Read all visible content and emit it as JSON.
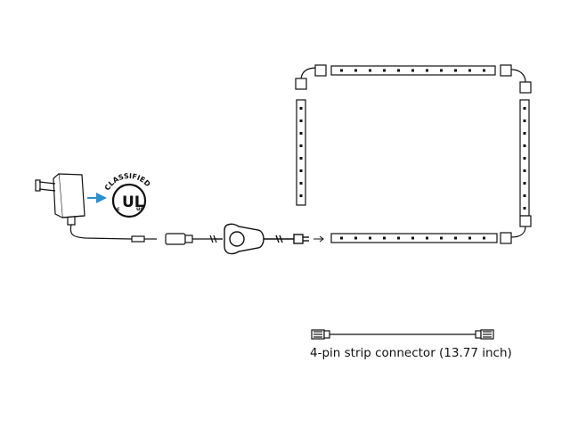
{
  "connector_caption": "4-pin strip connector (13.77 inch)",
  "ul_mark": {
    "arc_text": "CLASSIFIED",
    "logo": "UL",
    "tiny_left": "c",
    "tiny_right": "us"
  },
  "colors": {
    "line": "#111111",
    "arrow": "#2a8fd0",
    "background": "#ffffff"
  },
  "icons": [
    "power-adapter-icon",
    "ul-classified-icon",
    "controller-icon",
    "led-strip-icon",
    "strip-connector-icon"
  ]
}
